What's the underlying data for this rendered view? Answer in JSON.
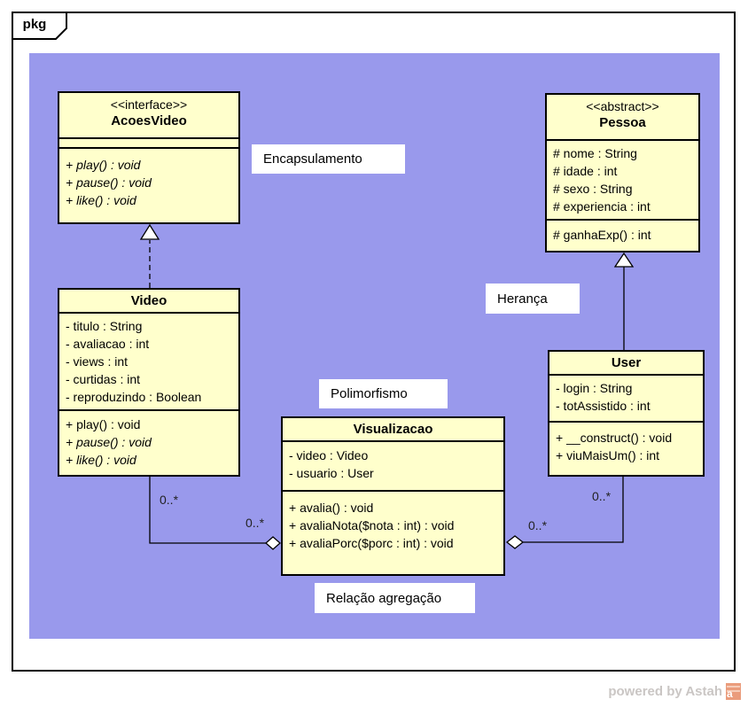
{
  "frame": {
    "tab_label": "pkg"
  },
  "labels": {
    "encapsulamento": "Encapsulamento",
    "heranca": "Herança",
    "polimorfismo": "Polimorfismo",
    "relacao_agregacao": "Relação agregação"
  },
  "classes": {
    "acoesvideo": {
      "stereotype": "<<interface>>",
      "name": "AcoesVideo",
      "attributes": [],
      "operations": [
        "+ play() : void",
        "+ pause() : void",
        "+ like() : void"
      ]
    },
    "pessoa": {
      "stereotype": "<<abstract>>",
      "name": "Pessoa",
      "attributes": [
        "# nome : String",
        "# idade : int",
        "# sexo : String",
        "# experiencia : int"
      ],
      "operations": [
        "# ganhaExp() : int"
      ]
    },
    "video": {
      "name": "Video",
      "attributes": [
        "- titulo : String",
        "- avaliacao : int",
        "- views : int",
        "- curtidas : int",
        "- reproduzindo : Boolean"
      ],
      "operations": [
        "+ play() : void",
        "+ pause() : void",
        "+ like() : void"
      ]
    },
    "user": {
      "name": "User",
      "attributes": [
        "- login : String",
        "- totAssistido : int"
      ],
      "operations": [
        "+ __construct() : void",
        "+ viuMaisUm() : int"
      ]
    },
    "visualizacao": {
      "name": "Visualizacao",
      "attributes": [
        "- video : Video",
        "- usuario : User"
      ],
      "operations": [
        "+ avalia() : void",
        "+ avaliaNota($nota : int) : void",
        "+ avaliaPorc($porc : int) : void"
      ]
    }
  },
  "relationships": {
    "realization": {
      "from": "Video",
      "to": "AcoesVideo",
      "type": "realization"
    },
    "generalization": {
      "from": "User",
      "to": "Pessoa",
      "type": "generalization"
    },
    "aggregation_video": {
      "from": "Video",
      "to": "Visualizacao",
      "type": "aggregation",
      "mult_video_end": "0..*",
      "mult_visualizacao_end": "0..*"
    },
    "aggregation_user": {
      "from": "User",
      "to": "Visualizacao",
      "type": "aggregation",
      "mult_user_end": "0..*",
      "mult_visualizacao_end": "0..*"
    }
  },
  "watermark": {
    "text": "powered by Astah",
    "logo_letter": "a"
  },
  "colors": {
    "canvas": "#9999EC",
    "class_fill": "#FFFFCC",
    "class_border": "#000000",
    "label_fill": "#FFFFFF",
    "watermark_text": "#CAC6C4",
    "logo": "#EA9C7C"
  }
}
